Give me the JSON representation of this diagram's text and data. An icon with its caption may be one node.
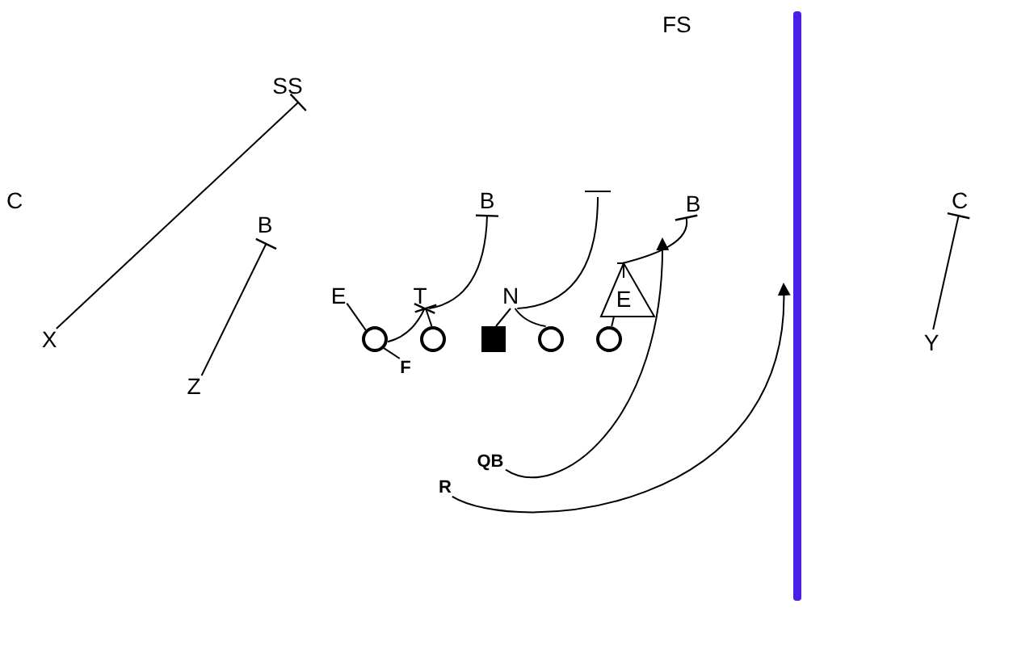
{
  "diagram": {
    "nodes": [
      {
        "text": [
          "SS"
        ]
      },
      {
        "text": [],
        "shape": "bar"
      },
      {
        "text": [
          "B"
        ]
      },
      {
        "text": [
          "C"
        ]
      },
      {
        "text": [
          "B"
        ]
      },
      {
        "text": [
          "B"
        ]
      },
      {
        "text": [
          "E"
        ]
      },
      {
        "text": [
          "E"
        ]
      },
      {
        "text": [
          "T"
        ]
      },
      {
        "text": [
          "N"
        ]
      },
      {
        "text": [],
        "shape": "circle"
      },
      {
        "text": [],
        "shape": "circle"
      },
      {
        "text": [],
        "shape": "box"
      },
      {
        "text": [],
        "shape": "circle"
      },
      {
        "text": [],
        "shape": "circle"
      },
      {
        "text": [
          "X"
        ]
      },
      {
        "text": [
          "Y"
        ]
      },
      {
        "text": [
          "F"
        ]
      },
      {
        "text": [
          "Z"
        ]
      },
      {
        "text": [
          "QB"
        ]
      },
      {
        "text": [
          "R"
        ]
      }
    ],
    "edges": [
      {
        "from": 15,
        "to": 0,
        "arrow": "other"
      },
      {
        "from": 18,
        "to": 5,
        "arrow": "other"
      },
      {
        "from": 16,
        "to": 3,
        "arrow": "other"
      },
      {
        "from": 7,
        "to": 10,
        "arrow": "none"
      },
      {
        "from": 10,
        "to": 17,
        "arrow": "none"
      },
      {
        "from": 10,
        "to": 8,
        "arrow": "other"
      },
      {
        "from": 11,
        "to": 8,
        "arrow": "other"
      },
      {
        "from": 8,
        "to": 2,
        "arrow": "other"
      },
      {
        "from": 12,
        "to": 9,
        "arrow": "none"
      },
      {
        "from": 13,
        "to": 9,
        "arrow": "none"
      },
      {
        "from": 9,
        "to": 1,
        "arrow": "none"
      },
      {
        "from": 14,
        "to": 6,
        "arrow": "none"
      },
      {
        "from": 6,
        "to": 4,
        "arrow": "other"
      },
      {
        "from": 19,
        "to": 4,
        "arrow": "to"
      },
      {
        "from": 20,
        "to": null,
        "arrow": "to"
      }
    ],
    "labels": [
      "FS",
      "C"
    ]
  }
}
